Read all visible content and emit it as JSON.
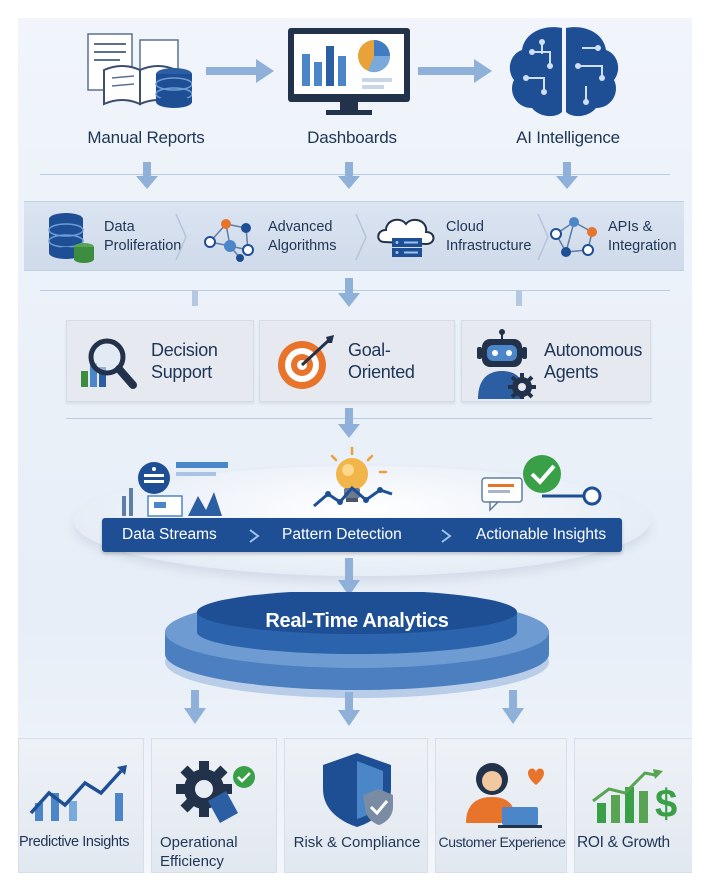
{
  "top_row": {
    "manual_reports": "Manual Reports",
    "dashboards": "Dashboards",
    "ai_intelligence": "AI Intelligence"
  },
  "foundations": [
    {
      "line1": "Data",
      "line2": "Proliferation"
    },
    {
      "line1": "Advanced",
      "line2": "Algorithms"
    },
    {
      "line1": "Cloud",
      "line2": "Infrastructure"
    },
    {
      "line1": "APIs &",
      "line2": "Integration"
    }
  ],
  "capabilities": [
    {
      "line1": "Decision",
      "line2": "Support"
    },
    {
      "line1": "Goal-",
      "line2": "Oriented"
    },
    {
      "line1": "Autonomous",
      "line2": "Agents"
    }
  ],
  "pipeline": {
    "data_streams": "Data Streams",
    "pattern_detection": "Pattern Detection",
    "actionable_insights": "Actionable Insights"
  },
  "platform": "Real-Time Analytics",
  "outcomes": [
    {
      "line1": "Predictive Insights",
      "line2": ""
    },
    {
      "line1": "Operational",
      "line2": "Efficiency"
    },
    {
      "line1": "Risk & Compliance",
      "line2": ""
    },
    {
      "line1": "Customer Experience",
      "line2": ""
    },
    {
      "line1": "ROI & Growth",
      "line2": ""
    }
  ],
  "colors": {
    "navy": "#1e4f94",
    "arrow": "#8fb0d8",
    "accent_orange": "#e8742c",
    "accent_green": "#3aa047",
    "text": "#1f3556"
  }
}
